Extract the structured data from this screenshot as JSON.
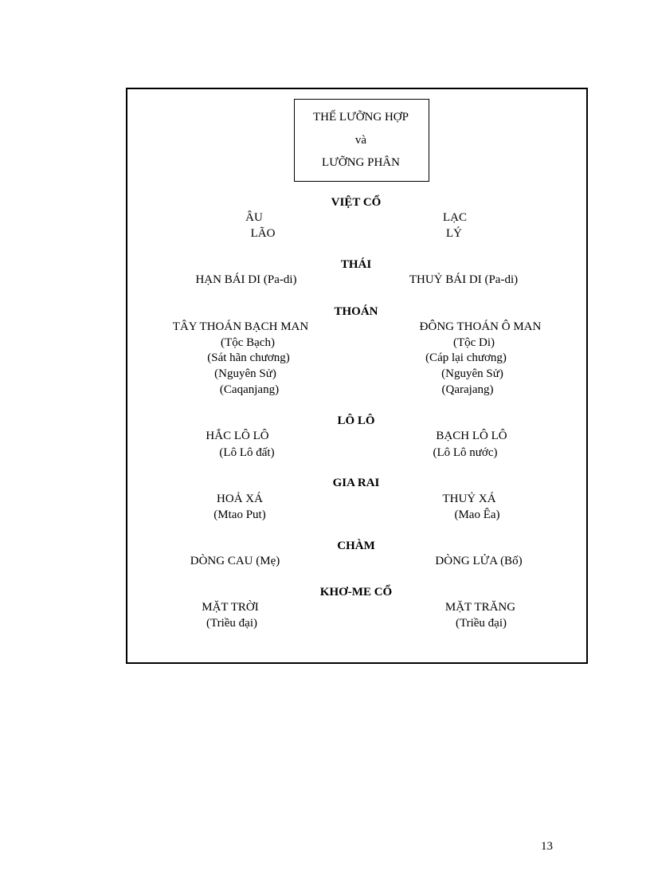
{
  "title": {
    "line1": "THẾ LƯỠNG HỢP",
    "line2": "và",
    "line3": "LƯỠNG PHÂN"
  },
  "groups": [
    {
      "heading": "VIỆT CỔ",
      "left": [
        "ÂU",
        "LÃO"
      ],
      "right": [
        "LẠC",
        "LÝ"
      ]
    },
    {
      "heading": "THÁI",
      "left": [
        "HẠN BÁI DI (Pa-di)"
      ],
      "right": [
        "THUỶ BÁI DI (Pa-di)"
      ]
    },
    {
      "heading": "THOÁN",
      "left": [
        "TÂY THOÁN BẠCH MAN",
        "(Tộc Bạch)",
        "(Sát hãn chương)",
        "(Nguyên Sử)",
        "(Caqanjang)"
      ],
      "right": [
        "ĐÔNG THOÁN Ô MAN",
        "(Tộc Di)",
        "(Cáp lại chương)",
        "(Nguyên Sử)",
        "(Qarajang)"
      ]
    },
    {
      "heading": "LÔ LÔ",
      "left": [
        "HẮC LÔ LÔ",
        "(Lô Lô đất)"
      ],
      "right": [
        "BẠCH LÔ LÔ",
        "(Lô Lô nước)"
      ]
    },
    {
      "heading": "GIA RAI",
      "left": [
        "HOẢ XÁ",
        "(Mtao Put)"
      ],
      "right": [
        "THUỶ XÁ",
        "(Mao Êa)"
      ]
    },
    {
      "heading": "CHÀM",
      "left": [
        "DÒNG CAU (Mẹ)"
      ],
      "right": [
        "DÒNG LỬA (Bố)"
      ]
    },
    {
      "heading": "KHƠ-ME CỔ",
      "left": [
        "MẶT TRỜI",
        "(Triều đại)"
      ],
      "right": [
        "MẶT TRĂNG",
        "(Triều đại)"
      ]
    }
  ],
  "page_number": "13"
}
